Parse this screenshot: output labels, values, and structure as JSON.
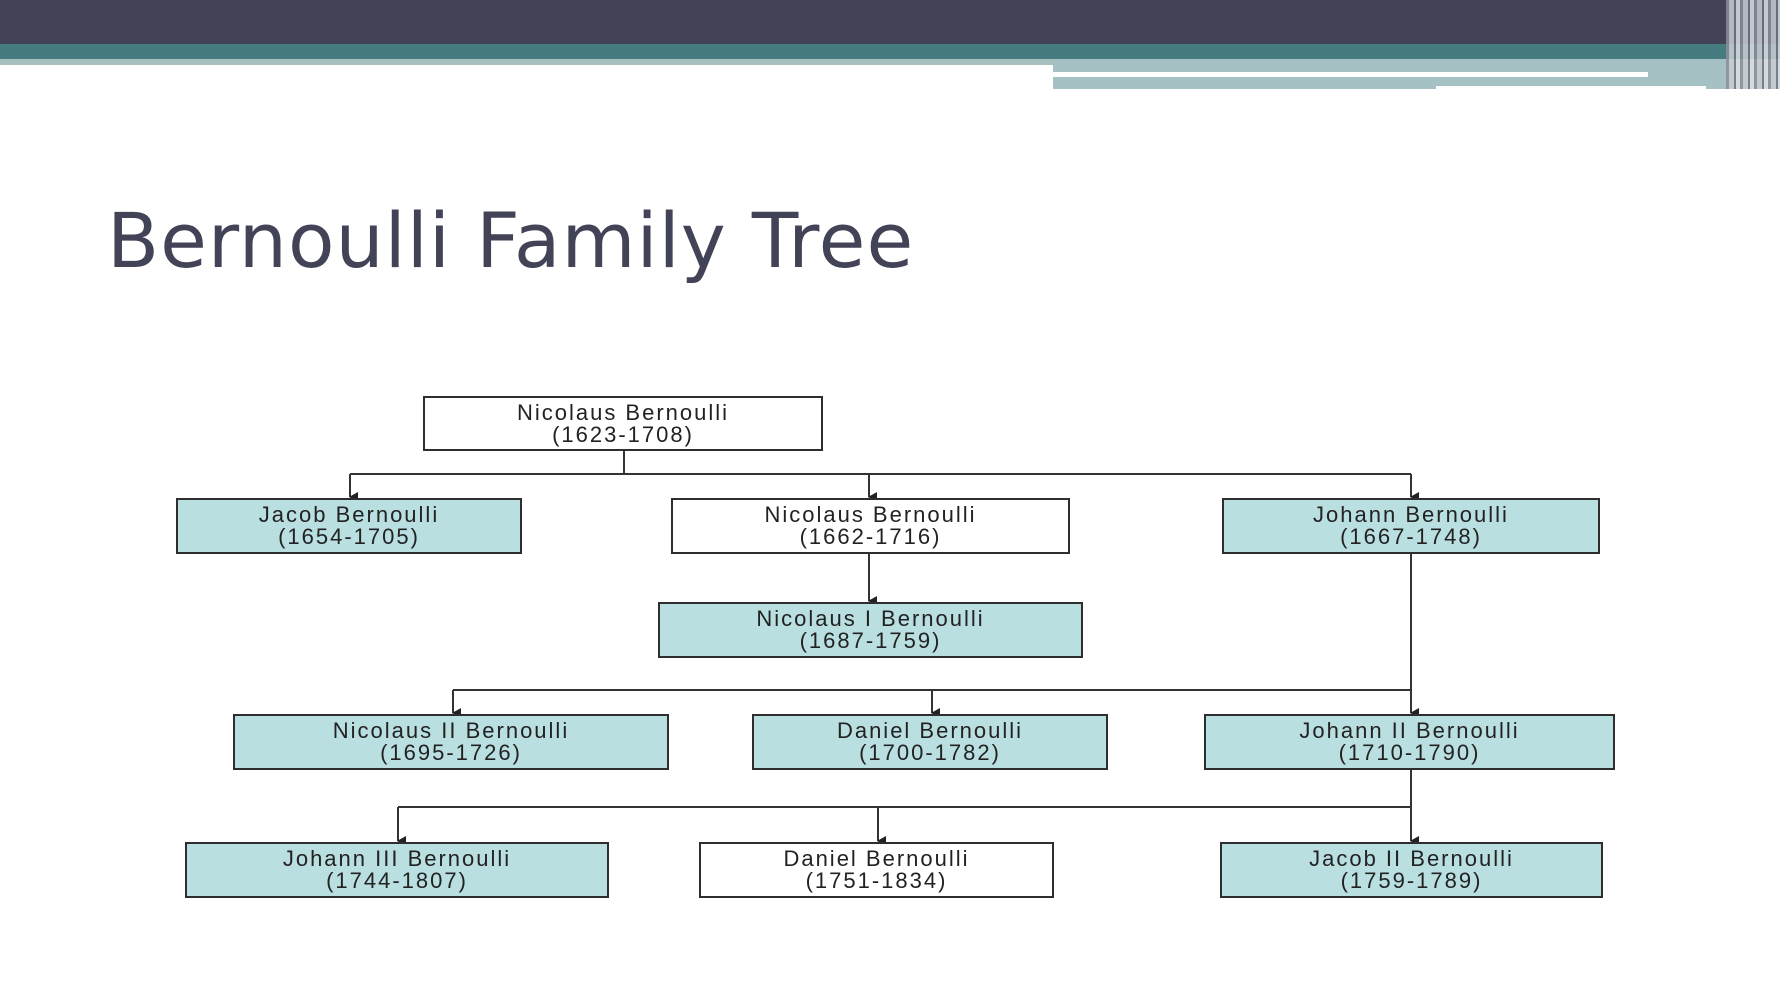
{
  "slide": {
    "title": "Bernoulli Family Tree"
  },
  "colors": {
    "header_dark": "#434358",
    "header_teal": "#467c80",
    "header_light": "#a6c1c3",
    "box_fill": "#b9dfe0",
    "title": "#434358"
  },
  "tree": {
    "nodes": [
      {
        "name": "Nicolaus Bernoulli",
        "years": "(1623-1708)",
        "highlighted": false
      },
      {
        "name": "Jacob Bernoulli",
        "years": "(1654-1705)",
        "highlighted": true
      },
      {
        "name": "Nicolaus Bernoulli",
        "years": "(1662-1716)",
        "highlighted": false
      },
      {
        "name": "Johann Bernoulli",
        "years": "(1667-1748)",
        "highlighted": true
      },
      {
        "name": "Nicolaus I Bernoulli",
        "years": "(1687-1759)",
        "highlighted": true
      },
      {
        "name": "Nicolaus II Bernoulli",
        "years": "(1695-1726)",
        "highlighted": true
      },
      {
        "name": "Daniel Bernoulli",
        "years": "(1700-1782)",
        "highlighted": true
      },
      {
        "name": "Johann II Bernoulli",
        "years": "(1710-1790)",
        "highlighted": true
      },
      {
        "name": "Johann III Bernoulli",
        "years": "(1744-1807)",
        "highlighted": true
      },
      {
        "name": "Daniel Bernoulli",
        "years": "(1751-1834)",
        "highlighted": false
      },
      {
        "name": "Jacob II Bernoulli",
        "years": "(1759-1789)",
        "highlighted": true
      }
    ]
  }
}
